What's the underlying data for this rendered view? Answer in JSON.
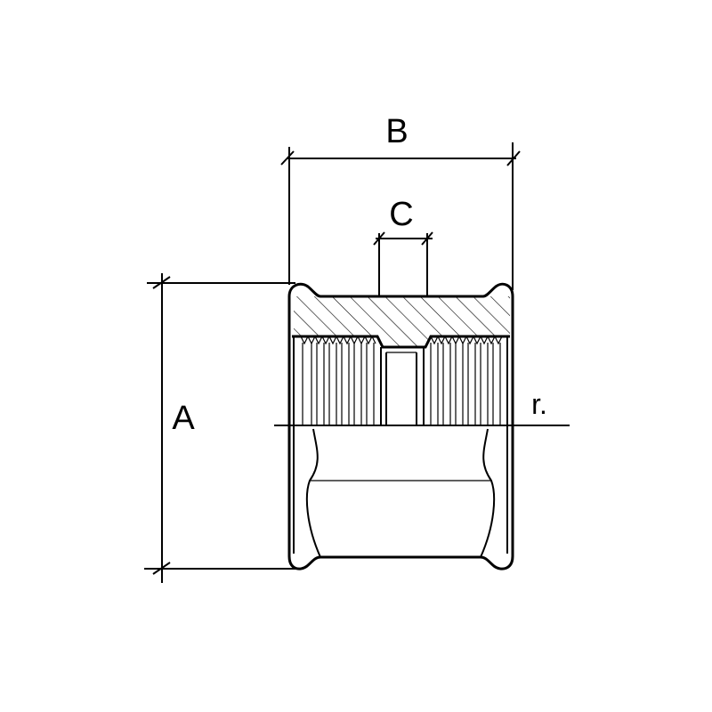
{
  "labels": {
    "a": "A",
    "b": "B",
    "c": "C",
    "r": "r."
  },
  "colors": {
    "ink": "#000000",
    "paper": "#ffffff"
  }
}
